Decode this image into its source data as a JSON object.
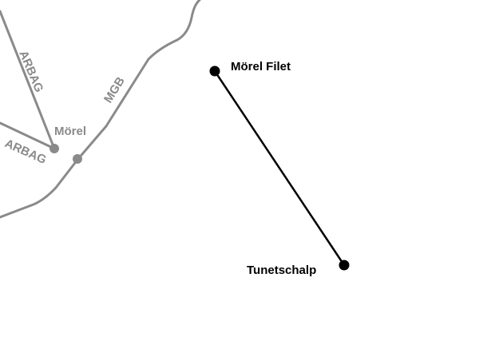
{
  "map": {
    "rail_lines": [
      {
        "operator_label": "ARBAG"
      },
      {
        "operator_label": "ARBAG"
      },
      {
        "operator_label": "MGB"
      }
    ],
    "stations": {
      "morel": "Mörel",
      "morel_filet": "Mörel Filet",
      "tunetschalp": "Tunetschalp"
    },
    "colors": {
      "rail": "#8a8a8a",
      "aerial_line": "#000000",
      "background": "#ffffff"
    }
  }
}
